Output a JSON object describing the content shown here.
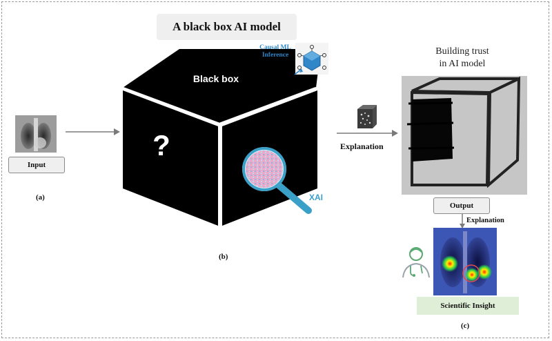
{
  "title": "A black box AI model",
  "input": {
    "label": "Input",
    "panel": "(a)"
  },
  "blackbox": {
    "top_label": "Black box",
    "question": "?",
    "xai": "XAI",
    "panel": "(b)"
  },
  "causal": {
    "line1": "Causal ML",
    "line2": "Inference"
  },
  "explanation_arrow": "Explanation",
  "trust": {
    "line1": "Building trust",
    "line2": "in AI model"
  },
  "output": {
    "label": "Output",
    "explanation": "Explanation"
  },
  "insight": {
    "label": "Scientific Insight",
    "panel": "(c)"
  },
  "colors": {
    "accent_blue": "#2f86c9",
    "magnifier": "#3aa0c8",
    "insight_bg": "#dfeed6"
  }
}
